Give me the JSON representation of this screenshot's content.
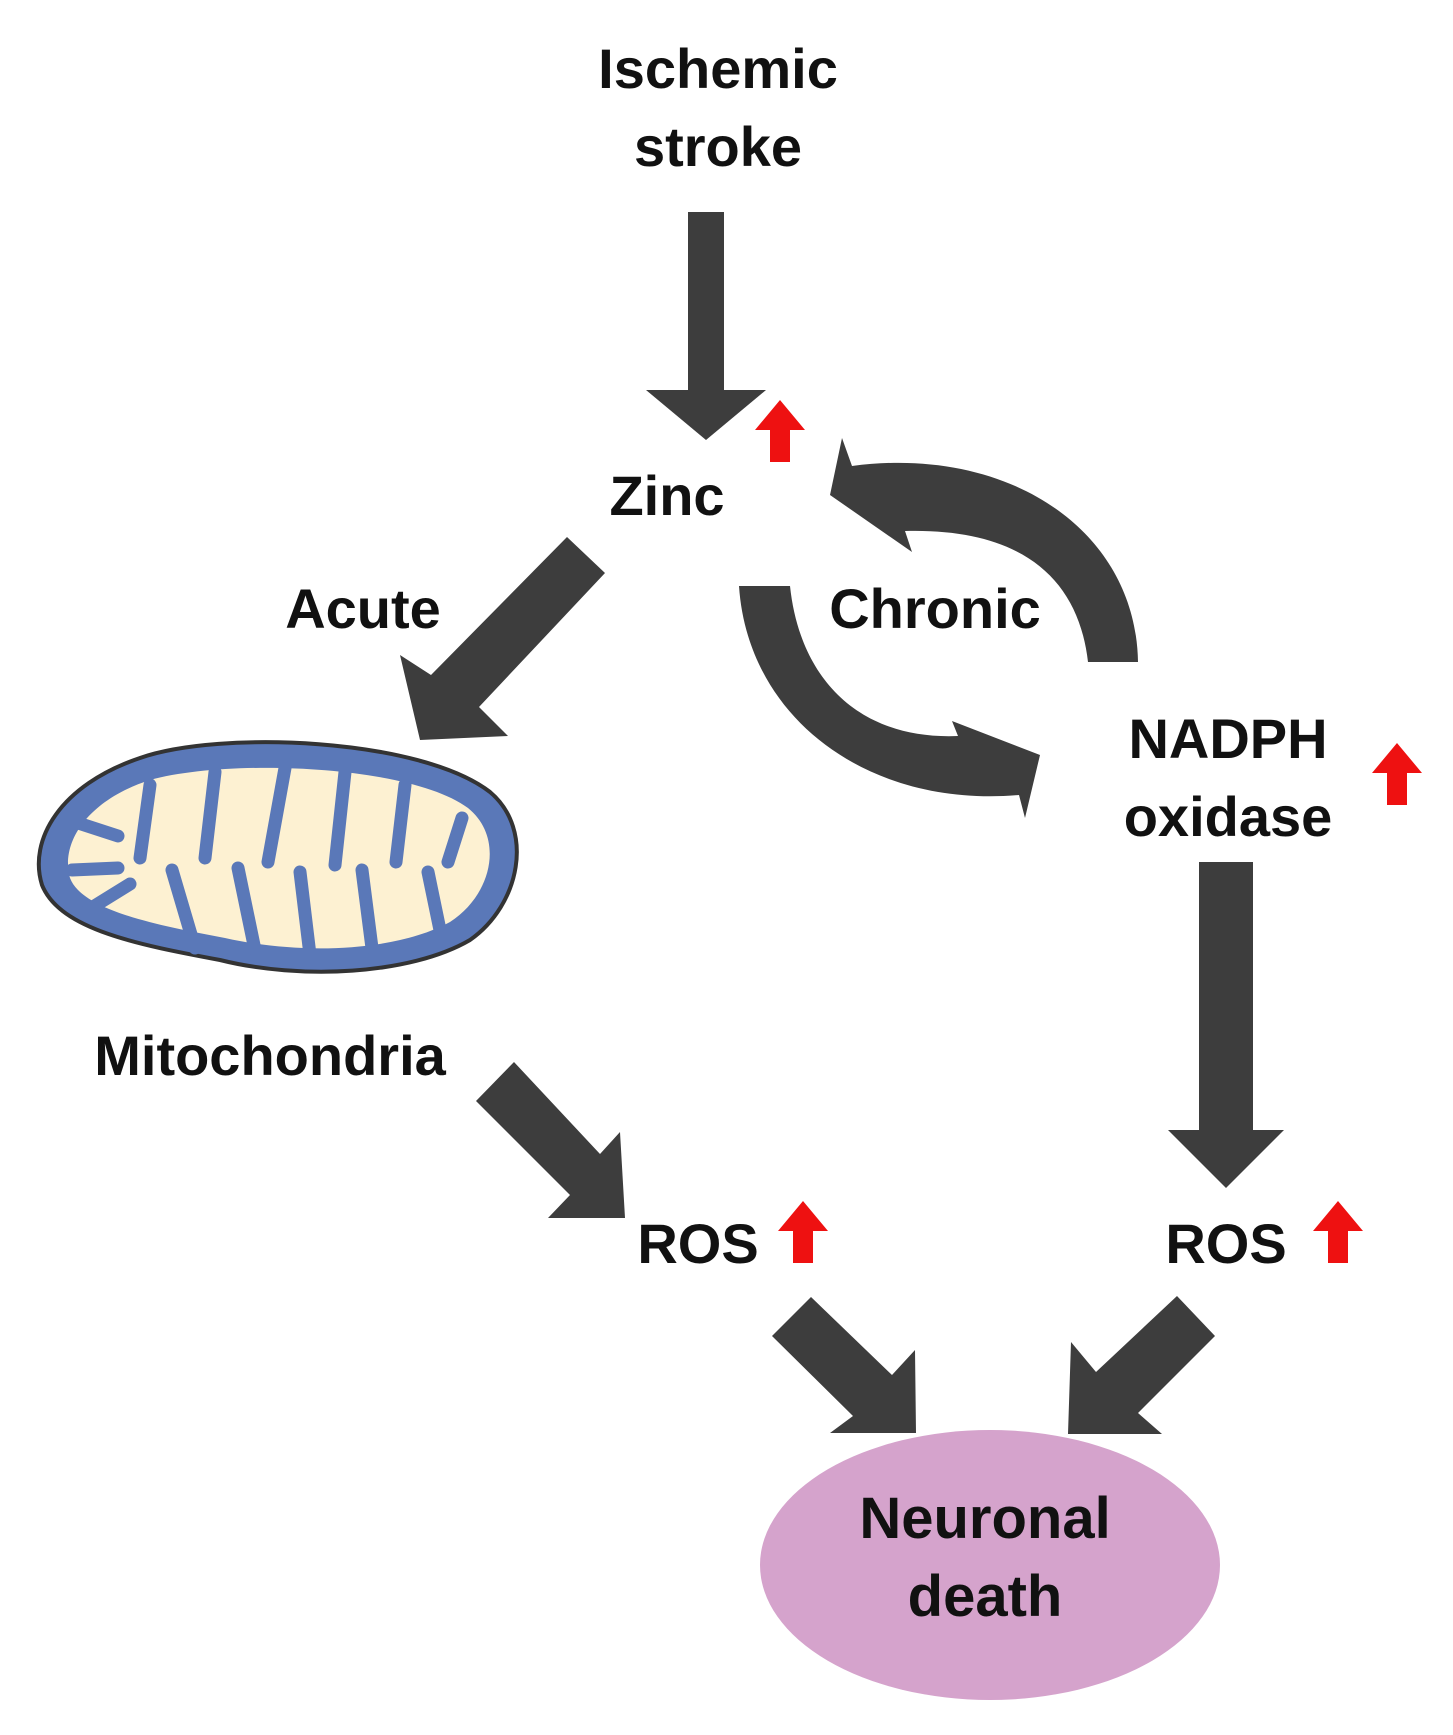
{
  "colors": {
    "arrow": "#3d3d3d",
    "up_arrow": "#ee1111",
    "mito_outer": "#5a78b8",
    "mito_inner": "#fdf1d2",
    "neuron_fill": "#d5a3cc",
    "text": "#111111"
  },
  "nodes": {
    "ischemic_stroke": [
      "Ischemic",
      "stroke"
    ],
    "zinc": "Zinc",
    "acute": "Acute",
    "chronic": "Chronic",
    "nadph_oxidase": [
      "NADPH",
      "oxidase"
    ],
    "mitochondria": "Mitochondria",
    "ros_left": "ROS",
    "ros_right": "ROS",
    "neuronal_death": [
      "Neuronal",
      "death"
    ]
  },
  "icons": {
    "increase_marker": "up-arrow-icon",
    "mitochondrion": "mitochondrion-icon"
  }
}
